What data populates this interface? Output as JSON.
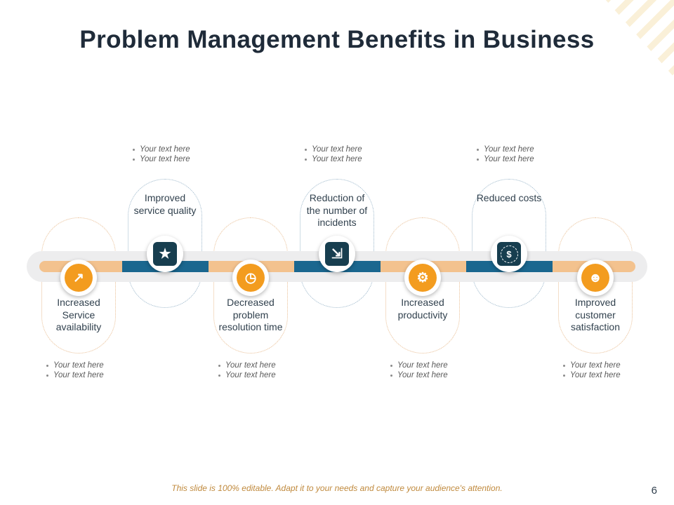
{
  "slide": {
    "title": "Problem Management Benefits in Business",
    "footer": "This slide is 100% editable. Adapt it to your needs and capture your audience's attention.",
    "page_number": "6"
  },
  "colors": {
    "accent_orange": "#F39C1F",
    "accent_orange_light": "#F3C28E",
    "accent_blue": "#1A678F",
    "dark_navy": "#173E4F",
    "band_gray": "#EDEDEE",
    "title_text": "#1F2B39",
    "label_text": "#31414E",
    "bullet_text": "#5B5B5B",
    "footer_text": "#C08A3E"
  },
  "items": [
    {
      "label": "Increased Service availability",
      "side": "below",
      "icon": "growth-arrow-icon",
      "glyph": "↗",
      "bullets": [
        "Your text here",
        "Your text here"
      ]
    },
    {
      "label": "Improved service quality",
      "side": "above",
      "icon": "medal-icon",
      "glyph": "★",
      "bullets": [
        "Your text here",
        "Your text here"
      ]
    },
    {
      "label": "Decreased problem resolution time",
      "side": "below",
      "icon": "stopwatch-icon",
      "glyph": "◷",
      "bullets": [
        "Your text here",
        "Your text here"
      ]
    },
    {
      "label": "Reduction of the number of incidents",
      "side": "above",
      "icon": "minimize-arrows-icon",
      "glyph": "⇲",
      "bullets": [
        "Your text here",
        "Your text here"
      ]
    },
    {
      "label": "Increased productivity",
      "side": "below",
      "icon": "gear-arrow-icon",
      "glyph": "⚙",
      "bullets": [
        "Your text here",
        "Your text here"
      ]
    },
    {
      "label": "Reduced costs",
      "side": "above",
      "icon": "dollar-coin-icon",
      "glyph": "$",
      "bullets": [
        "Your text here",
        "Your text here"
      ]
    },
    {
      "label": "Improved customer satisfaction",
      "side": "below",
      "icon": "customer-satisfaction-icon",
      "glyph": "☻",
      "bullets": [
        "Your text here",
        "Your text here"
      ]
    }
  ]
}
